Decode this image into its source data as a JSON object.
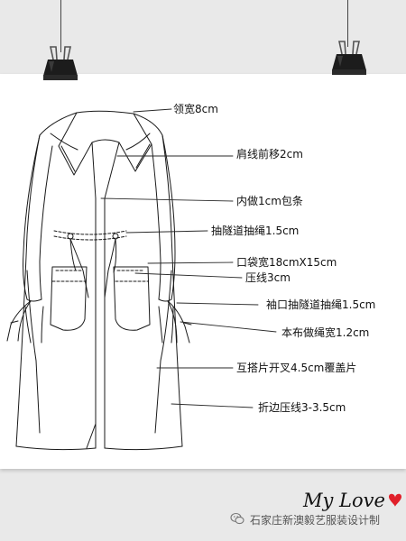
{
  "labels": {
    "collar_width": "领宽8cm",
    "shoulder_seam": "肩线前移2cm",
    "inner_binding": "内做1cm包条",
    "waist_drawstring": "抽隧道抽绳1.5cm",
    "pocket_size": "口袋宽18cmX15cm",
    "topstitch": "压线3cm",
    "cuff_drawstring": "袖口抽隧道抽绳1.5cm",
    "self_fabric_cord": "本布做绳宽1.2cm",
    "overlap_slit": "互搭片开叉4.5cm覆盖片",
    "hem_topstitch": "折边压线3-3.5cm"
  },
  "watermark": {
    "account": "石家庄新澳毅艺服装设计制",
    "signature": "My Love"
  },
  "colors": {
    "background": "#e9e9e9",
    "paper": "#ffffff",
    "line": "#1a1a1a",
    "heart": "#e0202a"
  },
  "icons": [
    "binder-clip-icon",
    "wechat-icon",
    "heart-icon"
  ]
}
